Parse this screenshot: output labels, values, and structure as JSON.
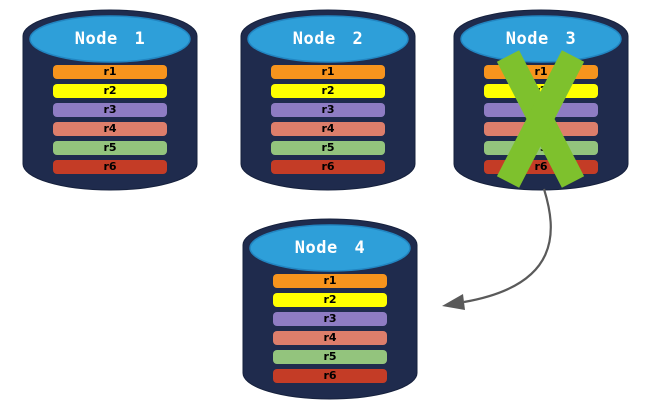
{
  "colors": {
    "cylinder_body": "#1F2B4D",
    "cylinder_outline": "#16213D",
    "cylinder_top": "#2E9FD9",
    "cylinder_top_border": "#2285C1",
    "title_text": "#FFFFFF",
    "row_text": "#000000",
    "x_mark": "#7EC12D",
    "arrow": "#5A5A5A"
  },
  "nodes": [
    {
      "title": "Node 1",
      "crossed_out": false,
      "rows": [
        {
          "label": "r1",
          "color": "#F7941D"
        },
        {
          "label": "r2",
          "color": "#FFFF00"
        },
        {
          "label": "r3",
          "color": "#8E7CC3"
        },
        {
          "label": "r4",
          "color": "#DD7E6B"
        },
        {
          "label": "r5",
          "color": "#93C47D"
        },
        {
          "label": "r6",
          "color": "#C43C26"
        }
      ]
    },
    {
      "title": "Node 2",
      "crossed_out": false,
      "rows": [
        {
          "label": "r1",
          "color": "#F7941D"
        },
        {
          "label": "r2",
          "color": "#FFFF00"
        },
        {
          "label": "r3",
          "color": "#8E7CC3"
        },
        {
          "label": "r4",
          "color": "#DD7E6B"
        },
        {
          "label": "r5",
          "color": "#93C47D"
        },
        {
          "label": "r6",
          "color": "#C43C26"
        }
      ]
    },
    {
      "title": "Node 3",
      "crossed_out": true,
      "rows": [
        {
          "label": "r1",
          "color": "#F7941D"
        },
        {
          "label": "r2",
          "color": "#FFFF00"
        },
        {
          "label": "r3",
          "color": "#8E7CC3"
        },
        {
          "label": "r4",
          "color": "#DD7E6B"
        },
        {
          "label": "r5",
          "color": "#93C47D"
        },
        {
          "label": "r6",
          "color": "#C43C26"
        }
      ]
    },
    {
      "title": "Node 4",
      "crossed_out": false,
      "rows": [
        {
          "label": "r1",
          "color": "#F7941D"
        },
        {
          "label": "r2",
          "color": "#FFFF00"
        },
        {
          "label": "r3",
          "color": "#8E7CC3"
        },
        {
          "label": "r4",
          "color": "#DD7E6B"
        },
        {
          "label": "r5",
          "color": "#93C47D"
        },
        {
          "label": "r6",
          "color": "#C43C26"
        }
      ]
    }
  ],
  "arrow": {
    "from": "Node 3",
    "to": "Node 4"
  }
}
